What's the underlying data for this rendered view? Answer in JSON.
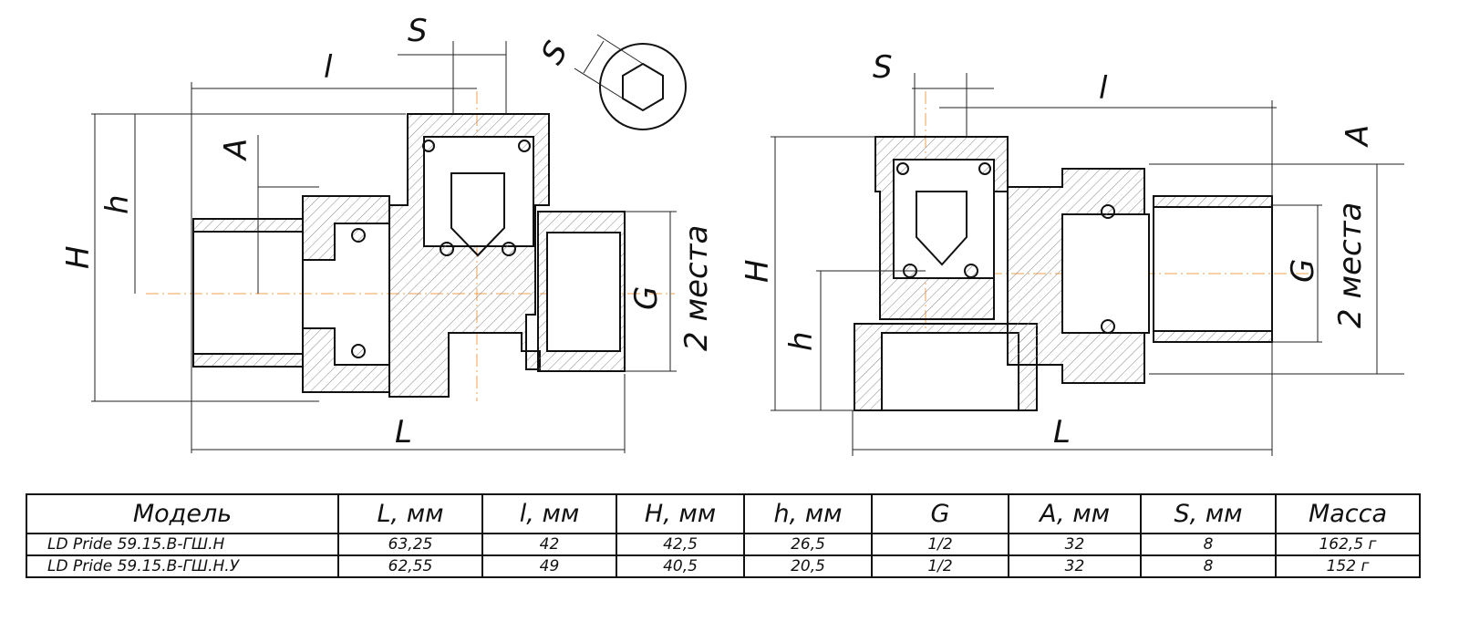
{
  "drawing": {
    "left_view": {
      "labels": {
        "S": "S",
        "l": "l",
        "A": "A",
        "h": "h",
        "H": "H",
        "G": "G",
        "places": "2 места",
        "L": "L"
      }
    },
    "right_view": {
      "labels": {
        "S": "S",
        "l": "l",
        "A": "A",
        "h": "h",
        "H": "H",
        "G": "G",
        "places": "2 места",
        "L": "L"
      }
    },
    "hex_detail": {
      "label": "S"
    }
  },
  "table": {
    "headers": [
      "Модель",
      "L, мм",
      "l, мм",
      "H, мм",
      "h, мм",
      "G",
      "A, мм",
      "S, мм",
      "Масса"
    ],
    "rows": [
      [
        "LD Pride 59.15.В-ГШ.Н",
        "63,25",
        "42",
        "42,5",
        "26,5",
        "1/2",
        "32",
        "8",
        "162,5 г"
      ],
      [
        "LD Pride 59.15.В-ГШ.Н.У",
        "62,55",
        "49",
        "40,5",
        "20,5",
        "1/2",
        "32",
        "8",
        "152 г"
      ]
    ]
  }
}
